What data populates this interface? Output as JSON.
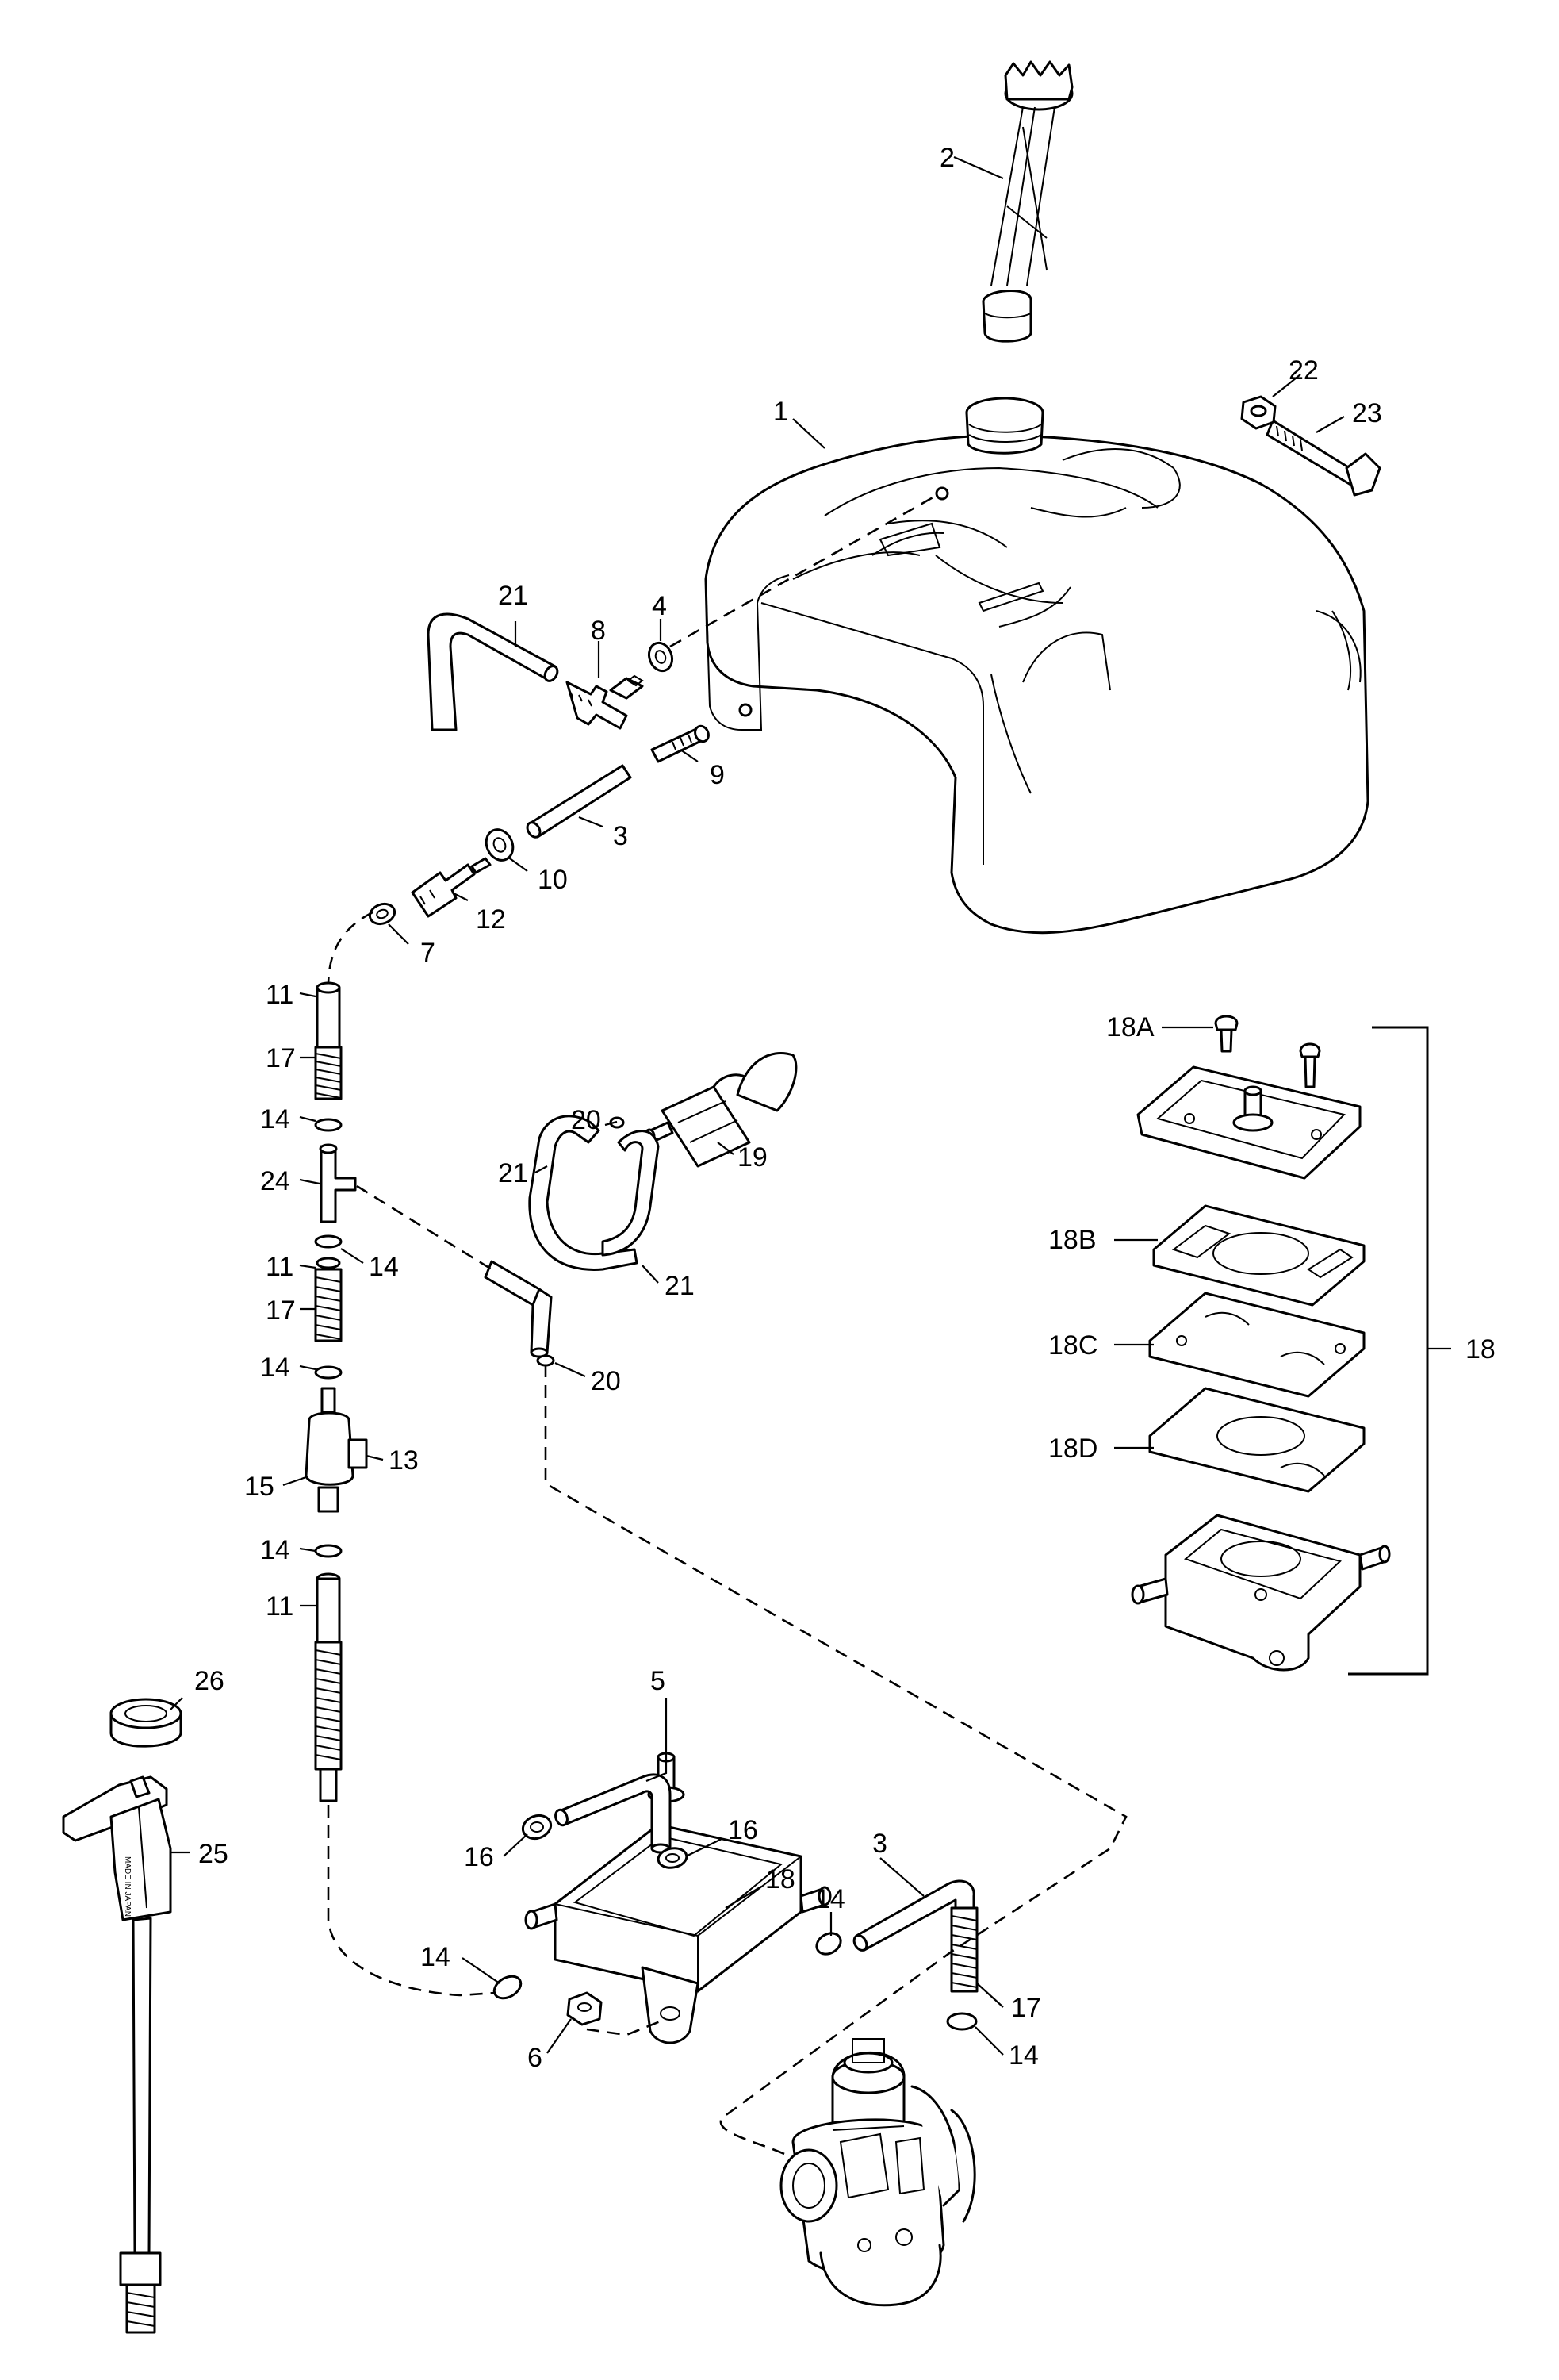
{
  "callouts": {
    "c1": "1",
    "c2": "2",
    "c3a": "3",
    "c3b": "3",
    "c4": "4",
    "c5": "5",
    "c6": "6",
    "c7": "7",
    "c8": "8",
    "c9": "9",
    "c10": "10",
    "c11a": "11",
    "c11b": "11",
    "c11c": "11",
    "c12": "12",
    "c13": "13",
    "c14a": "14",
    "c14b": "14",
    "c14c": "14",
    "c14d": "14",
    "c14e": "14",
    "c14f": "14",
    "c14g": "14",
    "c15": "15",
    "c16a": "16",
    "c16b": "16",
    "c17a": "17",
    "c17b": "17",
    "c17c": "17",
    "c18a": "18",
    "c18b": "18",
    "c18A": "18A",
    "c18B": "18B",
    "c18C": "18C",
    "c18D": "18D",
    "c19": "19",
    "c20a": "20",
    "c20b": "20",
    "c21a": "21",
    "c21b": "21",
    "c21c": "21",
    "c22": "22",
    "c23": "23",
    "c24": "24",
    "c25": "25",
    "c26": "26"
  },
  "stamp_text": "MADE IN JAPAN"
}
